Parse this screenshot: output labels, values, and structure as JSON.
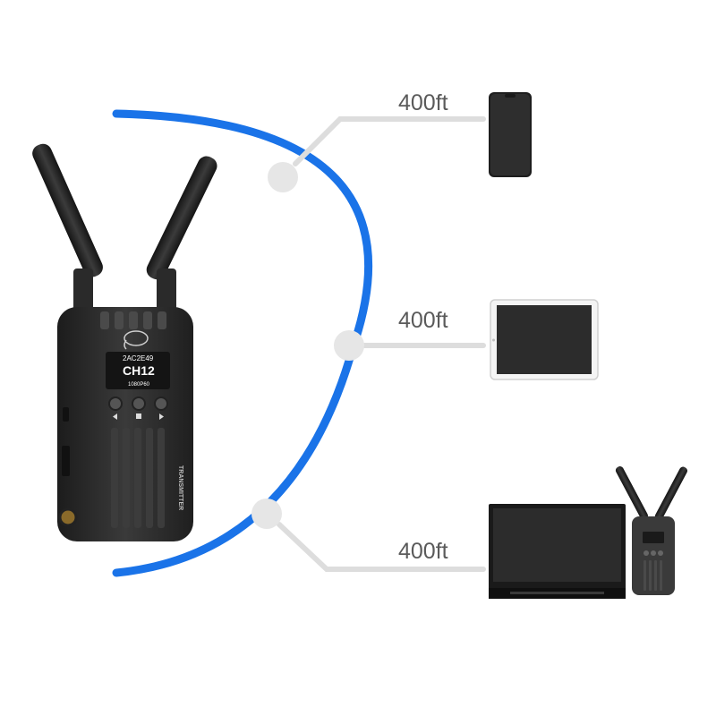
{
  "transmitter": {
    "screen_id": "2AC2E49",
    "screen_channel": "CH12",
    "screen_resolution": "1080P60",
    "side_label": "TRANSMITTER"
  },
  "links": [
    {
      "distance": "400ft",
      "device": "smartphone"
    },
    {
      "distance": "400ft",
      "device": "tablet"
    },
    {
      "distance": "400ft",
      "device": "monitor-with-receiver"
    }
  ],
  "colors": {
    "arc": "#1a73e8",
    "connector": "#dddddd",
    "label": "#5a5a5a",
    "device_body": "#2b2b2b"
  }
}
